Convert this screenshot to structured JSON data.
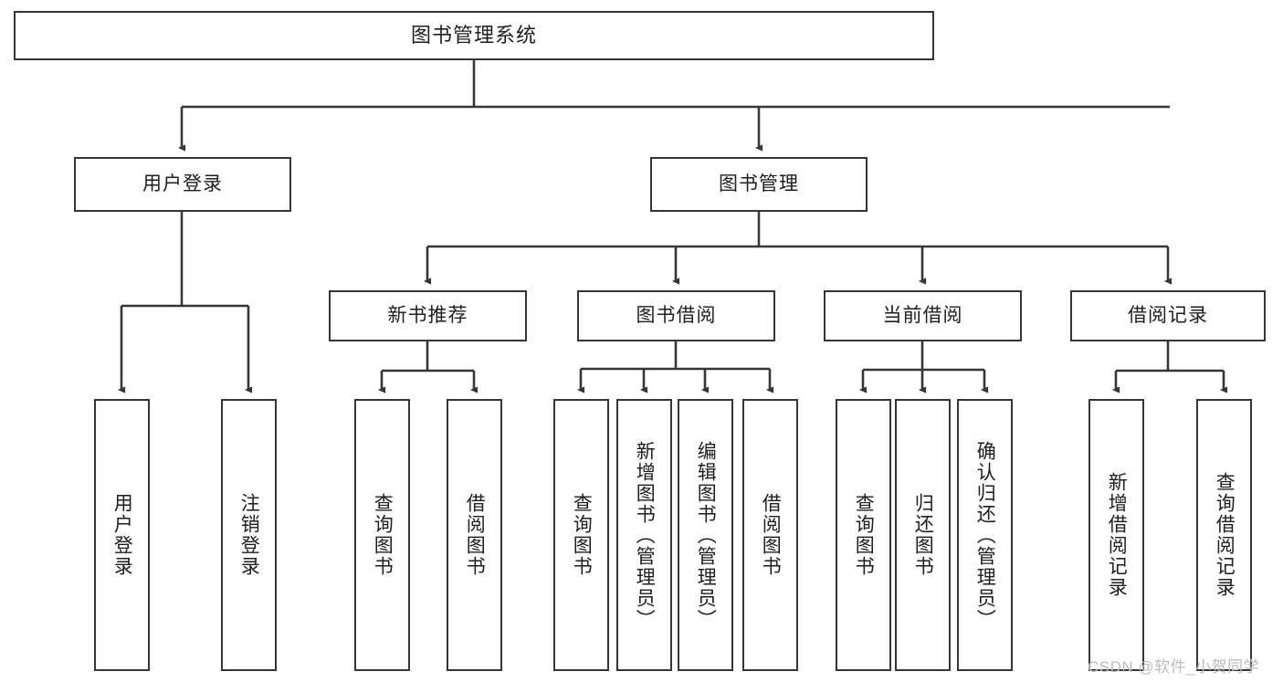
{
  "diagram": {
    "title": "图书管理系统",
    "type": "hierarchy-tree",
    "line_color": "#33373b",
    "box_fill": "#ffffff",
    "text_color": "#1e1e1e",
    "watermark": "CSDN @软件_小贺同学",
    "watermark_color": "#b9bbbd",
    "levels": {
      "root": {
        "label": "图书管理系统"
      },
      "level1": [
        {
          "label": "用户登录"
        },
        {
          "label": "图书管理"
        }
      ],
      "level2": [
        {
          "label": "新书推荐"
        },
        {
          "label": "图书借阅"
        },
        {
          "label": "当前借阅"
        },
        {
          "label": "借阅记录"
        }
      ],
      "leaves": [
        {
          "label": "用户登录",
          "parent": "用户登录"
        },
        {
          "label": "注销登录",
          "parent": "用户登录"
        },
        {
          "label": "查询图书",
          "parent": "新书推荐"
        },
        {
          "label": "借阅图书",
          "parent": "新书推荐"
        },
        {
          "label": "查询图书",
          "parent": "图书借阅"
        },
        {
          "label": "新增图书（管理员）",
          "parent": "图书借阅"
        },
        {
          "label": "编辑图书（管理员）",
          "parent": "图书借阅"
        },
        {
          "label": "借阅图书",
          "parent": "图书借阅"
        },
        {
          "label": "查询图书",
          "parent": "当前借阅"
        },
        {
          "label": "归还图书",
          "parent": "当前借阅"
        },
        {
          "label": "确认归还（管理员）",
          "parent": "当前借阅"
        },
        {
          "label": "新增借阅记录",
          "parent": "借阅记录"
        },
        {
          "label": "查询借阅记录",
          "parent": "借阅记录"
        }
      ]
    }
  }
}
